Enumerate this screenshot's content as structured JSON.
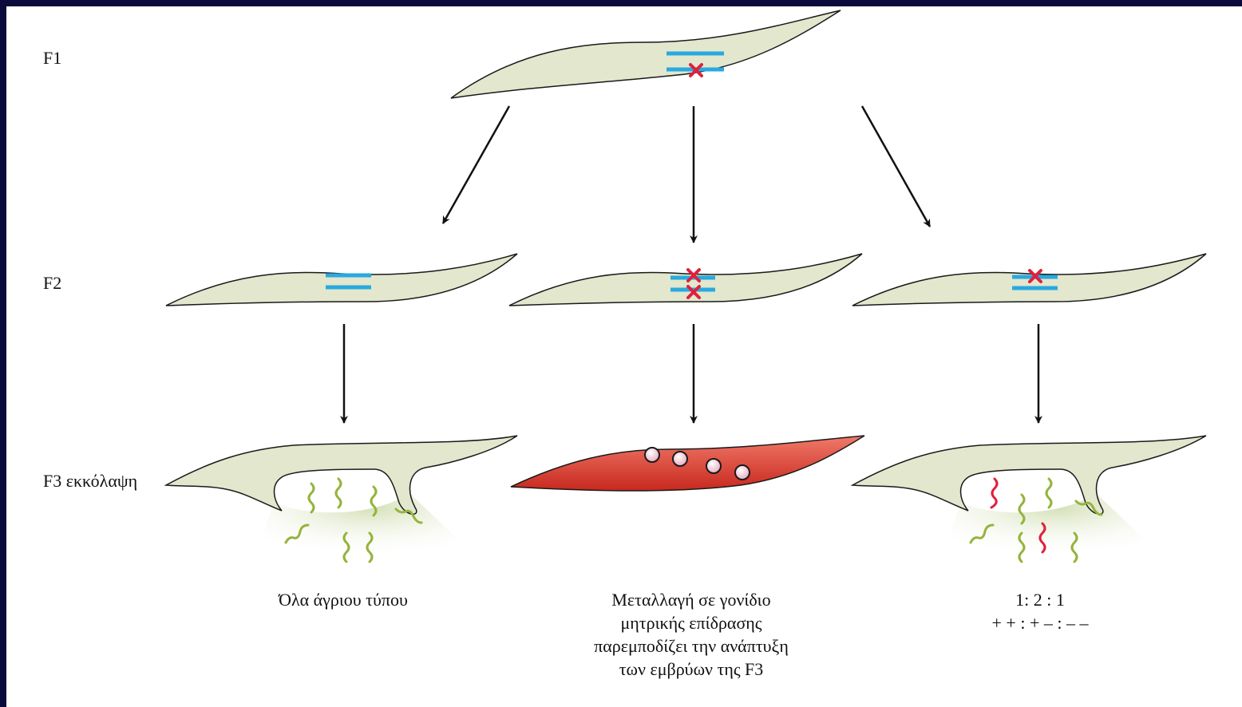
{
  "labels": {
    "f1": "F1",
    "f2": "F2",
    "f3": "F3 εκκόλαψη"
  },
  "captions": {
    "left": "Όλα άγριου τύπου",
    "middle": [
      "Μεταλλαγή σε γονίδιο",
      "μητρικής επίδρασης",
      "παρεμποδίζει την ανάπτυξη",
      "των εμβρύων της F3"
    ],
    "right_ratio": "1: 2 : 1",
    "right_genotypes": "+ + : + – : – –"
  },
  "colors": {
    "worm_fill": "#e2e7cd",
    "worm_stroke": "#1a1a1a",
    "chromosome": "#29a9e0",
    "mutation": "#e0203c",
    "dead_worm": "#d93a30",
    "larva_wild": "#94b43c",
    "larva_mutant": "#e0203c",
    "arrow": "#111111"
  }
}
